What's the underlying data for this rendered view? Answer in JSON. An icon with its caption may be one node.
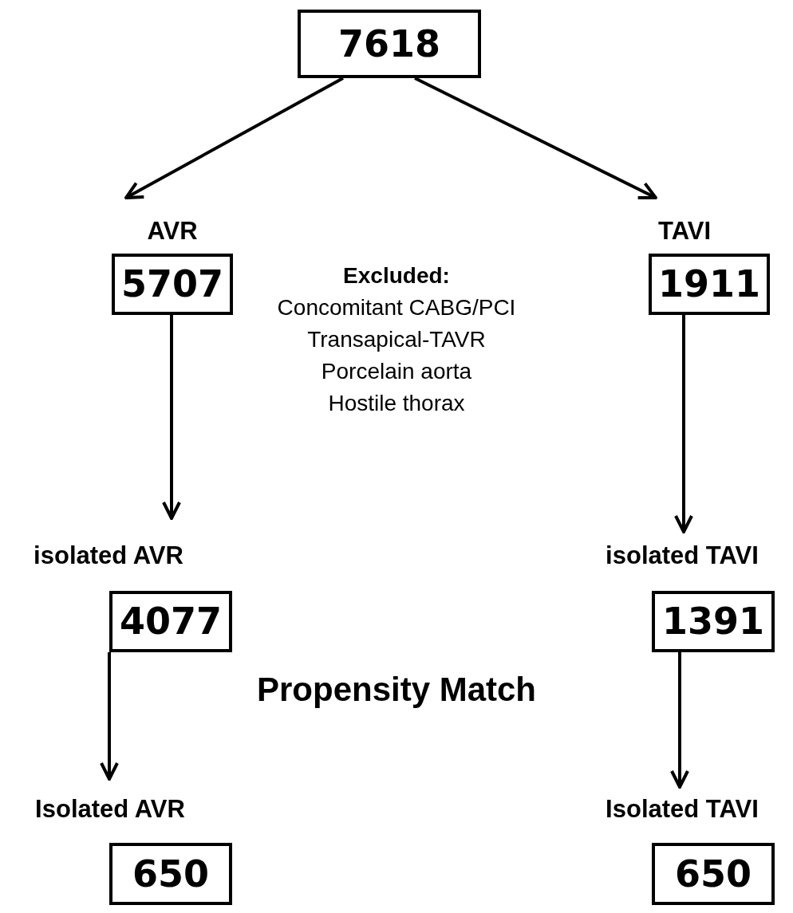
{
  "diagram": {
    "nodes": [
      {
        "text": [
          "7618"
        ]
      },
      {
        "text": [
          "AVR",
          "5707"
        ]
      },
      {
        "text": [
          "TAVI",
          "1911"
        ]
      },
      {
        "text": [
          "isolated AVR",
          "4077"
        ]
      },
      {
        "text": [
          "isolated TAVI",
          "1391"
        ]
      },
      {
        "text": [
          "Isolated AVR",
          "650"
        ]
      },
      {
        "text": [
          "Isolated TAVI",
          "650"
        ]
      }
    ],
    "edges": [
      {
        "from": 0,
        "to": 1,
        "arrow": "to"
      },
      {
        "from": 0,
        "to": 2,
        "arrow": "to"
      },
      {
        "from": 1,
        "to": 3,
        "arrow": "to"
      },
      {
        "from": 2,
        "to": 4,
        "arrow": "to"
      },
      {
        "from": 3,
        "to": 5,
        "arrow": "to"
      },
      {
        "from": 4,
        "to": 6,
        "arrow": "to"
      }
    ],
    "labels": [
      "Excluded:",
      "Concomitant CABG/PCI",
      "Transapical-TAVR",
      "Porcelain aorta",
      "Hostile thorax",
      "Propensity Match"
    ]
  }
}
